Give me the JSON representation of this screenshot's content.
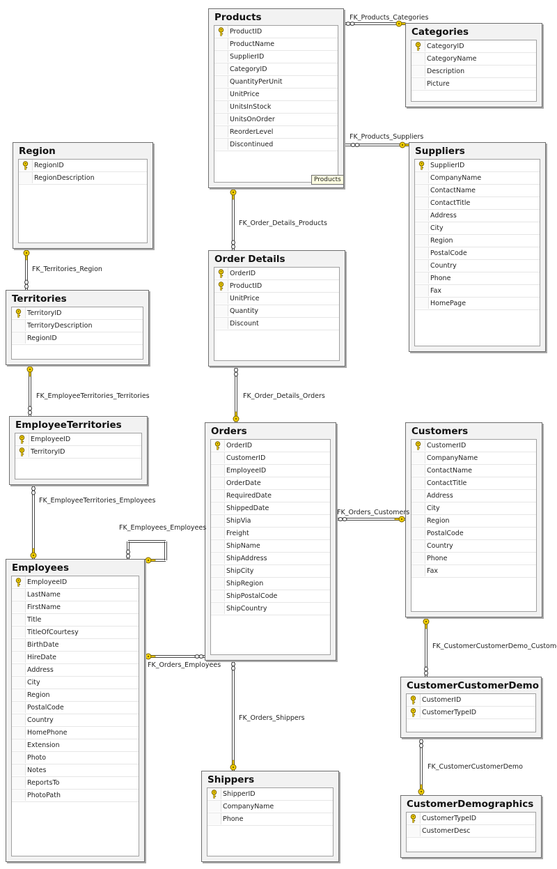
{
  "tables": [
    {
      "id": "products",
      "name": "Products",
      "fields": [
        {
          "name": "ProductID",
          "pk": true
        },
        {
          "name": "ProductName"
        },
        {
          "name": "SupplierID"
        },
        {
          "name": "CategoryID"
        },
        {
          "name": "QuantityPerUnit"
        },
        {
          "name": "UnitPrice"
        },
        {
          "name": "UnitsInStock"
        },
        {
          "name": "UnitsOnOrder"
        },
        {
          "name": "ReorderLevel"
        },
        {
          "name": "Discontinued"
        }
      ]
    },
    {
      "id": "categories",
      "name": "Categories",
      "fields": [
        {
          "name": "CategoryID",
          "pk": true
        },
        {
          "name": "CategoryName"
        },
        {
          "name": "Description"
        },
        {
          "name": "Picture"
        }
      ]
    },
    {
      "id": "region",
      "name": "Region",
      "fields": [
        {
          "name": "RegionID",
          "pk": true
        },
        {
          "name": "RegionDescription"
        }
      ]
    },
    {
      "id": "suppliers",
      "name": "Suppliers",
      "fields": [
        {
          "name": "SupplierID",
          "pk": true
        },
        {
          "name": "CompanyName"
        },
        {
          "name": "ContactName"
        },
        {
          "name": "ContactTitle"
        },
        {
          "name": "Address"
        },
        {
          "name": "City"
        },
        {
          "name": "Region"
        },
        {
          "name": "PostalCode"
        },
        {
          "name": "Country"
        },
        {
          "name": "Phone"
        },
        {
          "name": "Fax"
        },
        {
          "name": "HomePage"
        }
      ]
    },
    {
      "id": "order-details",
      "name": "Order Details",
      "fields": [
        {
          "name": "OrderID",
          "pk": true
        },
        {
          "name": "ProductID",
          "pk": true
        },
        {
          "name": "UnitPrice"
        },
        {
          "name": "Quantity"
        },
        {
          "name": "Discount"
        }
      ]
    },
    {
      "id": "territories",
      "name": "Territories",
      "fields": [
        {
          "name": "TerritoryID",
          "pk": true
        },
        {
          "name": "TerritoryDescription"
        },
        {
          "name": "RegionID"
        }
      ]
    },
    {
      "id": "employee-territories",
      "name": "EmployeeTerritories",
      "fields": [
        {
          "name": "EmployeeID",
          "pk": true
        },
        {
          "name": "TerritoryID",
          "pk": true
        }
      ]
    },
    {
      "id": "orders",
      "name": "Orders",
      "fields": [
        {
          "name": "OrderID",
          "pk": true
        },
        {
          "name": "CustomerID"
        },
        {
          "name": "EmployeeID"
        },
        {
          "name": "OrderDate"
        },
        {
          "name": "RequiredDate"
        },
        {
          "name": "ShippedDate"
        },
        {
          "name": "ShipVia"
        },
        {
          "name": "Freight"
        },
        {
          "name": "ShipName"
        },
        {
          "name": "ShipAddress"
        },
        {
          "name": "ShipCity"
        },
        {
          "name": "ShipRegion"
        },
        {
          "name": "ShipPostalCode"
        },
        {
          "name": "ShipCountry"
        }
      ]
    },
    {
      "id": "customers",
      "name": "Customers",
      "fields": [
        {
          "name": "CustomerID",
          "pk": true
        },
        {
          "name": "CompanyName"
        },
        {
          "name": "ContactName"
        },
        {
          "name": "ContactTitle"
        },
        {
          "name": "Address"
        },
        {
          "name": "City"
        },
        {
          "name": "Region"
        },
        {
          "name": "PostalCode"
        },
        {
          "name": "Country"
        },
        {
          "name": "Phone"
        },
        {
          "name": "Fax"
        }
      ]
    },
    {
      "id": "employees",
      "name": "Employees",
      "fields": [
        {
          "name": "EmployeeID",
          "pk": true
        },
        {
          "name": "LastName"
        },
        {
          "name": "FirstName"
        },
        {
          "name": "Title"
        },
        {
          "name": "TitleOfCourtesy"
        },
        {
          "name": "BirthDate"
        },
        {
          "name": "HireDate"
        },
        {
          "name": "Address"
        },
        {
          "name": "City"
        },
        {
          "name": "Region"
        },
        {
          "name": "PostalCode"
        },
        {
          "name": "Country"
        },
        {
          "name": "HomePhone"
        },
        {
          "name": "Extension"
        },
        {
          "name": "Photo"
        },
        {
          "name": "Notes"
        },
        {
          "name": "ReportsTo"
        },
        {
          "name": "PhotoPath"
        }
      ]
    },
    {
      "id": "customer-customer-demo",
      "name": "CustomerCustomerDemo",
      "fields": [
        {
          "name": "CustomerID",
          "pk": true
        },
        {
          "name": "CustomerTypeID",
          "pk": true
        }
      ]
    },
    {
      "id": "shippers",
      "name": "Shippers",
      "fields": [
        {
          "name": "ShipperID",
          "pk": true
        },
        {
          "name": "CompanyName"
        },
        {
          "name": "Phone"
        }
      ]
    },
    {
      "id": "customer-demographics",
      "name": "CustomerDemographics",
      "fields": [
        {
          "name": "CustomerTypeID",
          "pk": true
        },
        {
          "name": "CustomerDesc"
        }
      ]
    }
  ],
  "relationships": [
    {
      "id": "fk-products-categories",
      "label": "FK_Products_Categories"
    },
    {
      "id": "fk-products-suppliers",
      "label": "FK_Products_Suppliers"
    },
    {
      "id": "fk-order-details-products",
      "label": "FK_Order_Details_Products"
    },
    {
      "id": "fk-territories-region",
      "label": "FK_Territories_Region"
    },
    {
      "id": "fk-employee-territories-territories",
      "label": "FK_EmployeeTerritories_Territories"
    },
    {
      "id": "fk-order-details-orders",
      "label": "FK_Order_Details_Orders"
    },
    {
      "id": "fk-employee-territories-employees",
      "label": "FK_EmployeeTerritories_Employees"
    },
    {
      "id": "fk-orders-customers",
      "label": "FK_Orders_Customers"
    },
    {
      "id": "fk-employees-employees",
      "label": "FK_Employees_Employees"
    },
    {
      "id": "fk-customer-customer-demo-customers",
      "label": "FK_CustomerCustomerDemo_Customers"
    },
    {
      "id": "fk-orders-employees",
      "label": "FK_Orders_Employees"
    },
    {
      "id": "fk-orders-shippers",
      "label": "FK_Orders_Shippers"
    },
    {
      "id": "fk-customer-customer-demo",
      "label": "FK_CustomerCustomerDemo"
    }
  ],
  "tooltip": {
    "text": "Products"
  },
  "colors": {
    "key": "#f2d000",
    "line": "#4a4a4a",
    "table_bg": "#f2f2f2"
  }
}
